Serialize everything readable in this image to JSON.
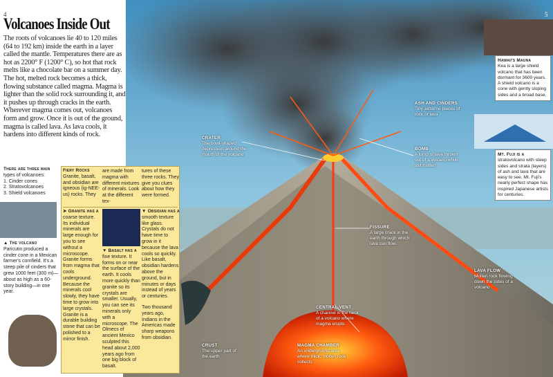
{
  "page_numbers": {
    "left": "4",
    "right": "5"
  },
  "title": "Volcanoes Inside Out",
  "intro": "The roots of volcanoes lie 40 to 120 miles (64 to 192 km) inside the earth in a layer called the mantle. Temperatures there are as hot as 2200° F (1200° C), so hot that rock melts like a chocolate bar on a summer day. The hot, melted rock becomes a thick, flowing substance called magma. Magma is lighter than the solid rock surrounding it, and it pushes up through cracks in the earth. Wherever magma comes out, volcanoes form and grow. Once it is out of the ground, magma is called lava. As lava cools, it hardens into different kinds of rock.",
  "types": {
    "heading": "There are three main",
    "lines": [
      "types of volcanoes:",
      "1. Cinder cones",
      "2. Stratovolcanoes",
      "3. Shield volcanoes"
    ]
  },
  "paricutin": {
    "heading": "▲ The volcano",
    "text": "Paricutin produced a cinder cone in a Mexican farmer's cornfield. It's a steep pile of cinders that grew 1000 feet (300 m)—about as high as a 60-story building—in one year."
  },
  "fiery": {
    "heading": "Fiery Rocks",
    "col1": "Granite, basalt, and obsidian are igneous (ig-NEE-us) rocks. They",
    "col2": "are made from magma with different mixtures of minerals. Look at the different tex-",
    "col3": "tures of these three rocks. They give you clues about how they were formed."
  },
  "granite": {
    "heading": "➤ Granite has a",
    "text": "coarse texture. Its individual minerals are large enough for you to see without a microscope. Granite forms from magma that cools underground. Because the minerals cool slowly, they have time to grow into large crystals. Granite is a durable building stone that can be polished to a mirror finish."
  },
  "basalt": {
    "heading": "▼ Basalt has a",
    "text": "fine texture. It forms on or near the surface of the earth. It cools more quickly than granite so its crystals are smaller. Usually, you can see its minerals only with a microscope. The Olmecs of ancient Mexico sculpted this head about 2,000 years ago from one big block of basalt."
  },
  "obsidian": {
    "heading": "▼ Obsidian has a",
    "text": "smooth texture like glass. Crystals do not have time to grow in it because the lava cools so quickly. Like basalt, obsidian hardens above the ground, but in minutes or days instead of years or centuries.",
    "caption": "Two thousand years ago, Indians in the Americas made sharp weapons from obsidian."
  },
  "labels": {
    "crater": {
      "title": "CRATER",
      "text": "The bowl-shaped depression around the mouth of the volcano"
    },
    "ash": {
      "title": "ASH AND CINDERS",
      "text": "Tiny airborne pieces of rock or lava"
    },
    "bomb": {
      "title": "BOMB",
      "text": "A lump of lava thrown out of a volcano while still molten"
    },
    "fissure": {
      "title": "FISSURE",
      "text": "A large crack in the earth through which lava can flow."
    },
    "lava_flow": {
      "title": "LAVA FLOW",
      "text": "Molten rock flowing down the sides of a volcano"
    },
    "central_vent": {
      "title": "CENTRAL VENT",
      "text": "A channel in the neck of a volcano where magma erupts"
    },
    "magma_chamber": {
      "title": "MAGMA CHAMBER",
      "text": "An underground area where thick, molten rock collects"
    },
    "crust": {
      "title": "CRUST",
      "text": "The upper part of the earth"
    }
  },
  "hawaii": {
    "heading": "Hawaii's Mauna",
    "text": "Kea is a large shield volcano that has been dormant for 3600 years. A shield volcano is a cone with gently sloping sides and a broad base."
  },
  "fuji": {
    "heading": "Mt. Fuji is a",
    "text": "stratovolcano with steep sides and strata (layers) of ash and lava that are easy to see. Mt. Fuji's nearly perfect shape has inspired Japanese artists for centuries."
  }
}
